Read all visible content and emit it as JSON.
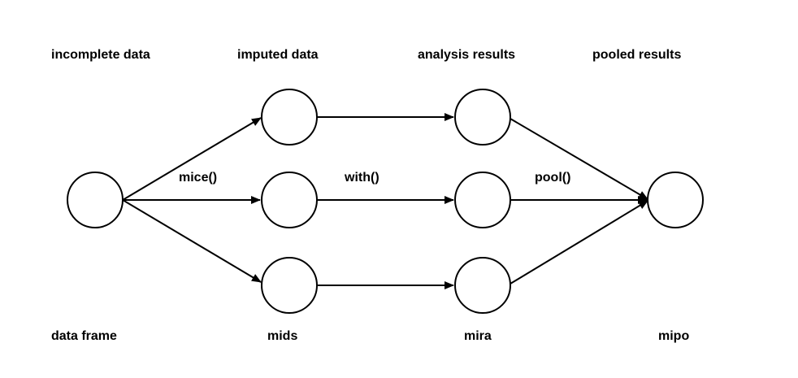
{
  "stages": {
    "incomplete": {
      "heading": "incomplete data",
      "class_name": "data frame"
    },
    "imputed": {
      "heading": "imputed data",
      "class_name": "mids"
    },
    "analysis": {
      "heading": "analysis results",
      "class_name": "mira"
    },
    "pooled": {
      "heading": "pooled results",
      "class_name": "mipo"
    }
  },
  "functions": {
    "impute": "mice()",
    "analyze": "with()",
    "pool": "pool()"
  },
  "colors": {
    "stroke": "#000000",
    "background": "#ffffff"
  }
}
